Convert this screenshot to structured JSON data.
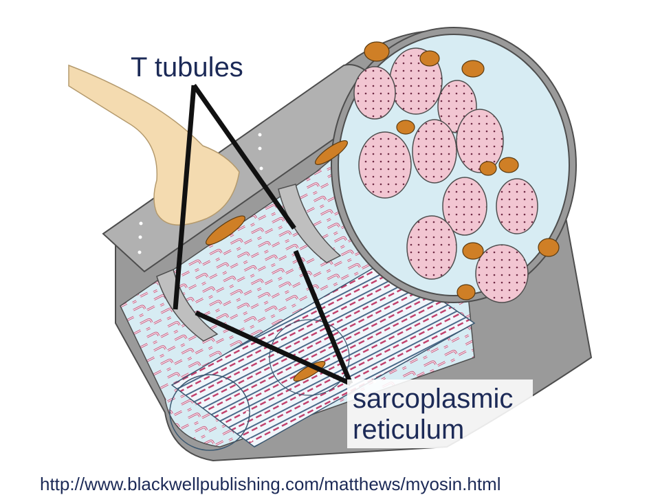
{
  "labels": {
    "t_tubules": "T tubules",
    "sarcoplasmic_line1": "sarcoplasmic",
    "sarcoplasmic_line2": "reticulum"
  },
  "source_url": "http://www.blackwellpublishing.com/matthews/myosin.html",
  "colors": {
    "sarcolemma": "#8e8e8e",
    "sarcolemma_dark": "#6d6d6d",
    "cytoplasm": "#d7ecf3",
    "myofibril": "#f2c6d2",
    "myofibril_stripe": "#c2416d",
    "mitochondrion": "#cf7f26",
    "nerve": "#f4dbb0",
    "leader_line": "#111111",
    "text": "#1c2a57"
  },
  "icons": [
    "muscle-fiber-illustration",
    "myofibril",
    "mitochondrion",
    "nerve-terminal"
  ]
}
